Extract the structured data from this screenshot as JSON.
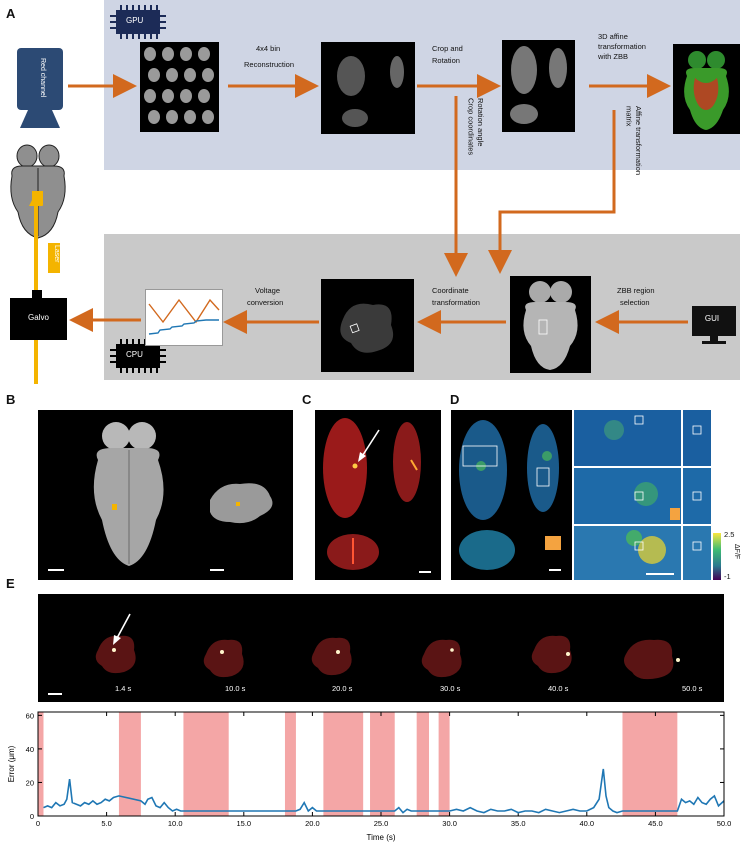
{
  "panels": {
    "a": "A",
    "b": "B",
    "c": "C",
    "d": "D",
    "e": "E"
  },
  "labels": {
    "gpu": "GPU",
    "cpu": "CPU",
    "red_channel": "Red channel",
    "laser": "Laser",
    "galvo": "Galvo",
    "gui": "GUI",
    "bin_line1": "4x4 bin",
    "bin_line2": "Reconstruction",
    "crop_line1": "Crop and",
    "crop_line2": "Rotation",
    "affine_line1": "3D affine",
    "affine_line2": "transformation",
    "affine_line3": "with ZBB",
    "rotation_vertical": "Rotation angle\nCrop coordinates",
    "affine_matrix_vertical": "Affine transformation\nmatrix",
    "voltage_line1": "Voltage",
    "voltage_line2": "conversion",
    "coord_line1": "Coordinate",
    "coord_line2": "transformation",
    "zbb_line1": "ZBB region",
    "zbb_line2": "selection",
    "colorbar_max": "2.5",
    "colorbar_min": "-1",
    "colorbar_label": "ΔF/F"
  },
  "timepoints": [
    "1.4 s",
    "10.0 s",
    "20.0 s",
    "30.0 s",
    "40.0 s",
    "50.0 s"
  ],
  "colors": {
    "arrow": "#d2691e",
    "laser": "#f4b400",
    "gpu_box": "#cfd5e4",
    "cpu_box": "#c9c9c9",
    "error_line": "#1f77b4",
    "shade": "#f4a6a6"
  },
  "chart_data": {
    "type": "line",
    "xlabel": "Time (s)",
    "ylabel": "Error (μm)",
    "xlim": [
      0,
      50
    ],
    "ylim": [
      0,
      62
    ],
    "x_ticks": [
      0,
      5,
      10,
      15,
      20,
      25,
      30,
      35,
      40,
      45,
      50
    ],
    "x_tick_labels": [
      "0",
      "5.0",
      "10.0",
      "15.0",
      "20.0",
      "25.0",
      "30.0",
      "35.0",
      "40.0",
      "45.0",
      "50.0"
    ],
    "y_ticks": [
      0,
      20,
      40,
      60
    ],
    "y_tick_labels": [
      "0",
      "20",
      "40",
      "60"
    ],
    "shaded_intervals": [
      [
        0,
        0.4
      ],
      [
        5.9,
        7.5
      ],
      [
        10.6,
        13.9
      ],
      [
        18.0,
        18.8
      ],
      [
        20.8,
        23.7
      ],
      [
        24.2,
        26.0
      ],
      [
        27.6,
        28.5
      ],
      [
        29.2,
        30.0
      ],
      [
        42.6,
        46.6
      ]
    ],
    "series": [
      {
        "x": [
          0.4,
          0.7,
          1.0,
          1.3,
          1.6,
          1.9,
          2.1,
          2.3,
          2.5,
          2.8,
          3.1,
          3.4,
          3.7,
          4.0,
          4.3,
          4.6,
          4.9,
          5.2,
          5.5,
          5.9,
          7.5,
          7.8,
          8.0,
          8.3,
          8.6,
          8.9,
          9.2,
          9.5,
          9.8,
          10.1,
          10.4,
          10.6,
          13.9,
          14.2,
          14.6,
          15.0,
          16.0,
          17.0,
          18.0,
          18.8,
          19.1,
          19.4,
          19.7,
          20.0,
          20.3,
          20.8,
          23.7,
          24.2,
          26.0,
          26.3,
          26.6,
          26.9,
          27.2,
          27.6,
          28.5,
          28.8,
          29.2,
          30.0,
          30.5,
          31.0,
          31.5,
          32.0,
          32.5,
          33.0,
          33.5,
          34.0,
          34.5,
          35.0,
          35.5,
          36.0,
          36.5,
          37.0,
          37.5,
          38.0,
          38.5,
          39.0,
          39.5,
          40.0,
          40.5,
          40.9,
          41.2,
          41.4,
          41.6,
          41.9,
          42.2,
          42.6,
          46.6,
          46.9,
          47.2,
          47.5,
          47.8,
          48.1,
          48.4,
          48.7,
          49.0,
          49.3,
          49.6,
          50.0
        ],
        "y": [
          5,
          6,
          5,
          8,
          6,
          7,
          10,
          22,
          8,
          7,
          6,
          8,
          7,
          9,
          7,
          8,
          10,
          9,
          11,
          12,
          9,
          7,
          10,
          11,
          6,
          5,
          8,
          5,
          3,
          4,
          3,
          3,
          3,
          3,
          3,
          3,
          3,
          3,
          3,
          3,
          4,
          8,
          3,
          5,
          3,
          3,
          3,
          3,
          3,
          5,
          2,
          4,
          3,
          3,
          3,
          3,
          3,
          3,
          4,
          3,
          5,
          3,
          2,
          4,
          3,
          3,
          4,
          2,
          3,
          3,
          2,
          4,
          3,
          2,
          3,
          4,
          3,
          3,
          5,
          10,
          28,
          12,
          5,
          3,
          2,
          3,
          3,
          10,
          8,
          9,
          7,
          11,
          8,
          7,
          10,
          12,
          6,
          9
        ]
      }
    ]
  }
}
